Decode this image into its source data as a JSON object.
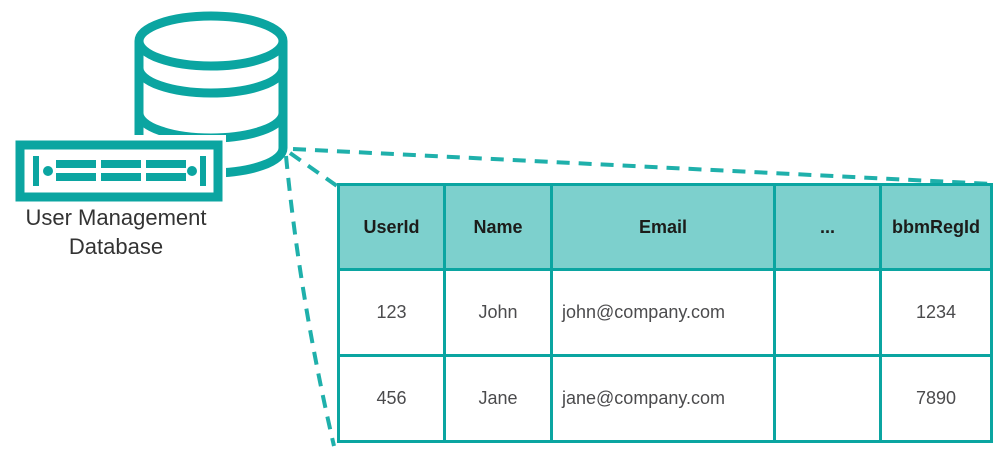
{
  "colors": {
    "teal": "#0ba5a1",
    "dash_teal": "#1fb0ab",
    "header_fill": "#7dd0cd",
    "header_text": "#1c1c1a",
    "cell_text": "#4b4b4d",
    "label_text": "#333333"
  },
  "database": {
    "label_line1": "User Management",
    "label_line2": "Database",
    "icons": [
      "database-cylinder-icon",
      "server-rack-icon"
    ]
  },
  "table": {
    "headers": [
      "UserId",
      "Name",
      "Email",
      "...",
      "bbmRegId"
    ],
    "rows": [
      [
        "123",
        "John",
        "john@company.com",
        "",
        "1234"
      ],
      [
        "456",
        "Jane",
        "jane@company.com",
        "",
        "7890"
      ]
    ]
  }
}
